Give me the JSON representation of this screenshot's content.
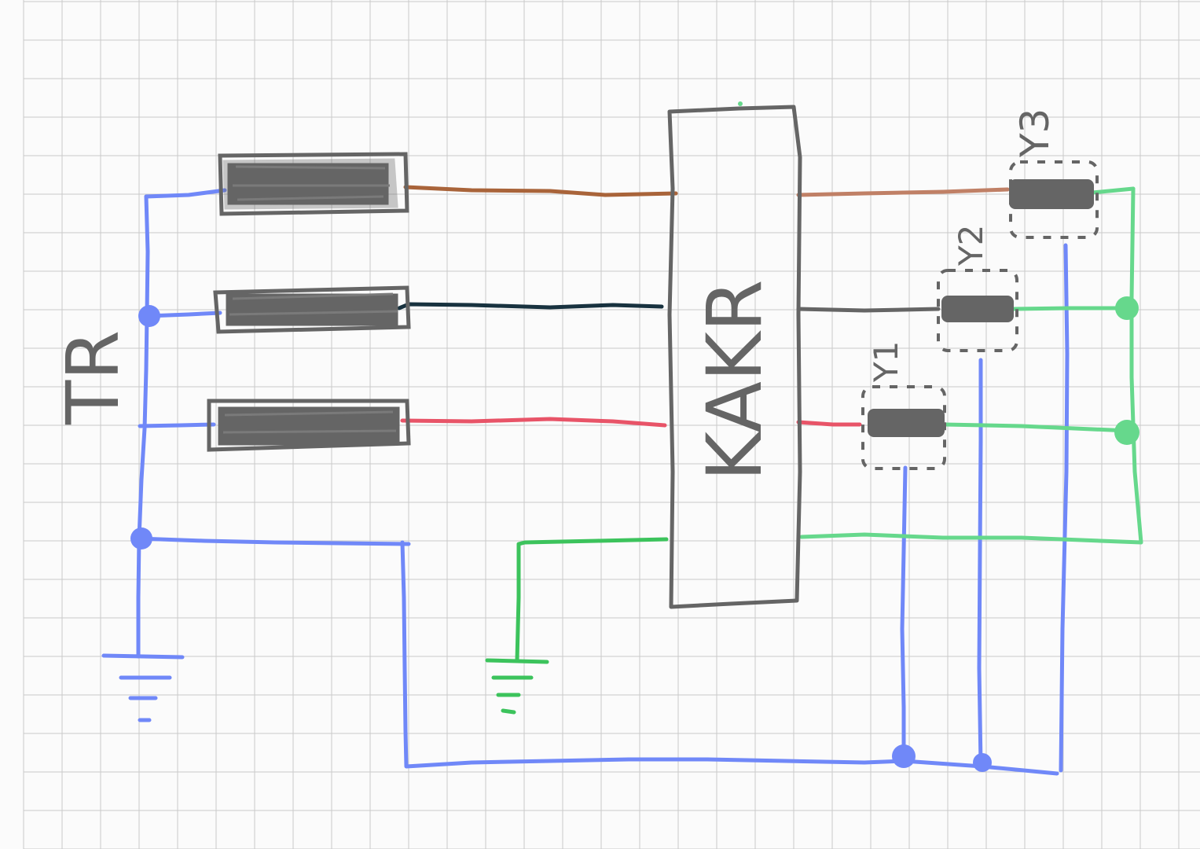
{
  "labels": {
    "transformer": "TR",
    "controller": "KAKR",
    "valve_1": "Y1",
    "valve_2": "Y2",
    "valve_3": "Y3"
  },
  "colors": {
    "background": "#fbfbfb",
    "grid": "#c9c9c9",
    "ink": "#656565",
    "blue": "#7088f8",
    "green": "#66d88c",
    "green_dark": "#3cc35c",
    "brown": "#a9643a",
    "brown_light": "#c08066",
    "navy": "#18323f",
    "red": "#e85468"
  },
  "elements": [
    "transformer-symbol",
    "fuse-1",
    "fuse-2",
    "fuse-3",
    "controller-box",
    "valve-y1",
    "valve-y2",
    "valve-y3",
    "ground-symbol-left",
    "ground-symbol-middle"
  ]
}
